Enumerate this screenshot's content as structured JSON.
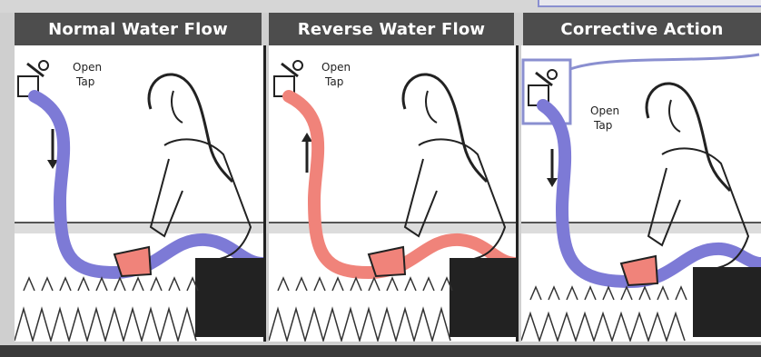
{
  "panels": [
    {
      "title": "Normal Water Flow",
      "tap_line1": "Open",
      "tap_line2": "Tap",
      "hose_color": "#7d7ad6",
      "arrow": "down-arrow"
    },
    {
      "title": "Reverse Water Flow",
      "tap_line1": "Open",
      "tap_line2": "Tap",
      "hose_color": "#f0837a",
      "arrow": "up-arrow"
    },
    {
      "title": "Corrective Action",
      "tap_line1": "Open",
      "tap_line2": "Tap",
      "hose_color": "#7d7ad6",
      "arrow": "down-arrow"
    }
  ],
  "colors": {
    "header_bg": "#4d4d4d",
    "nozzle": "#f0837a",
    "highlight": "#8a8fd0"
  }
}
